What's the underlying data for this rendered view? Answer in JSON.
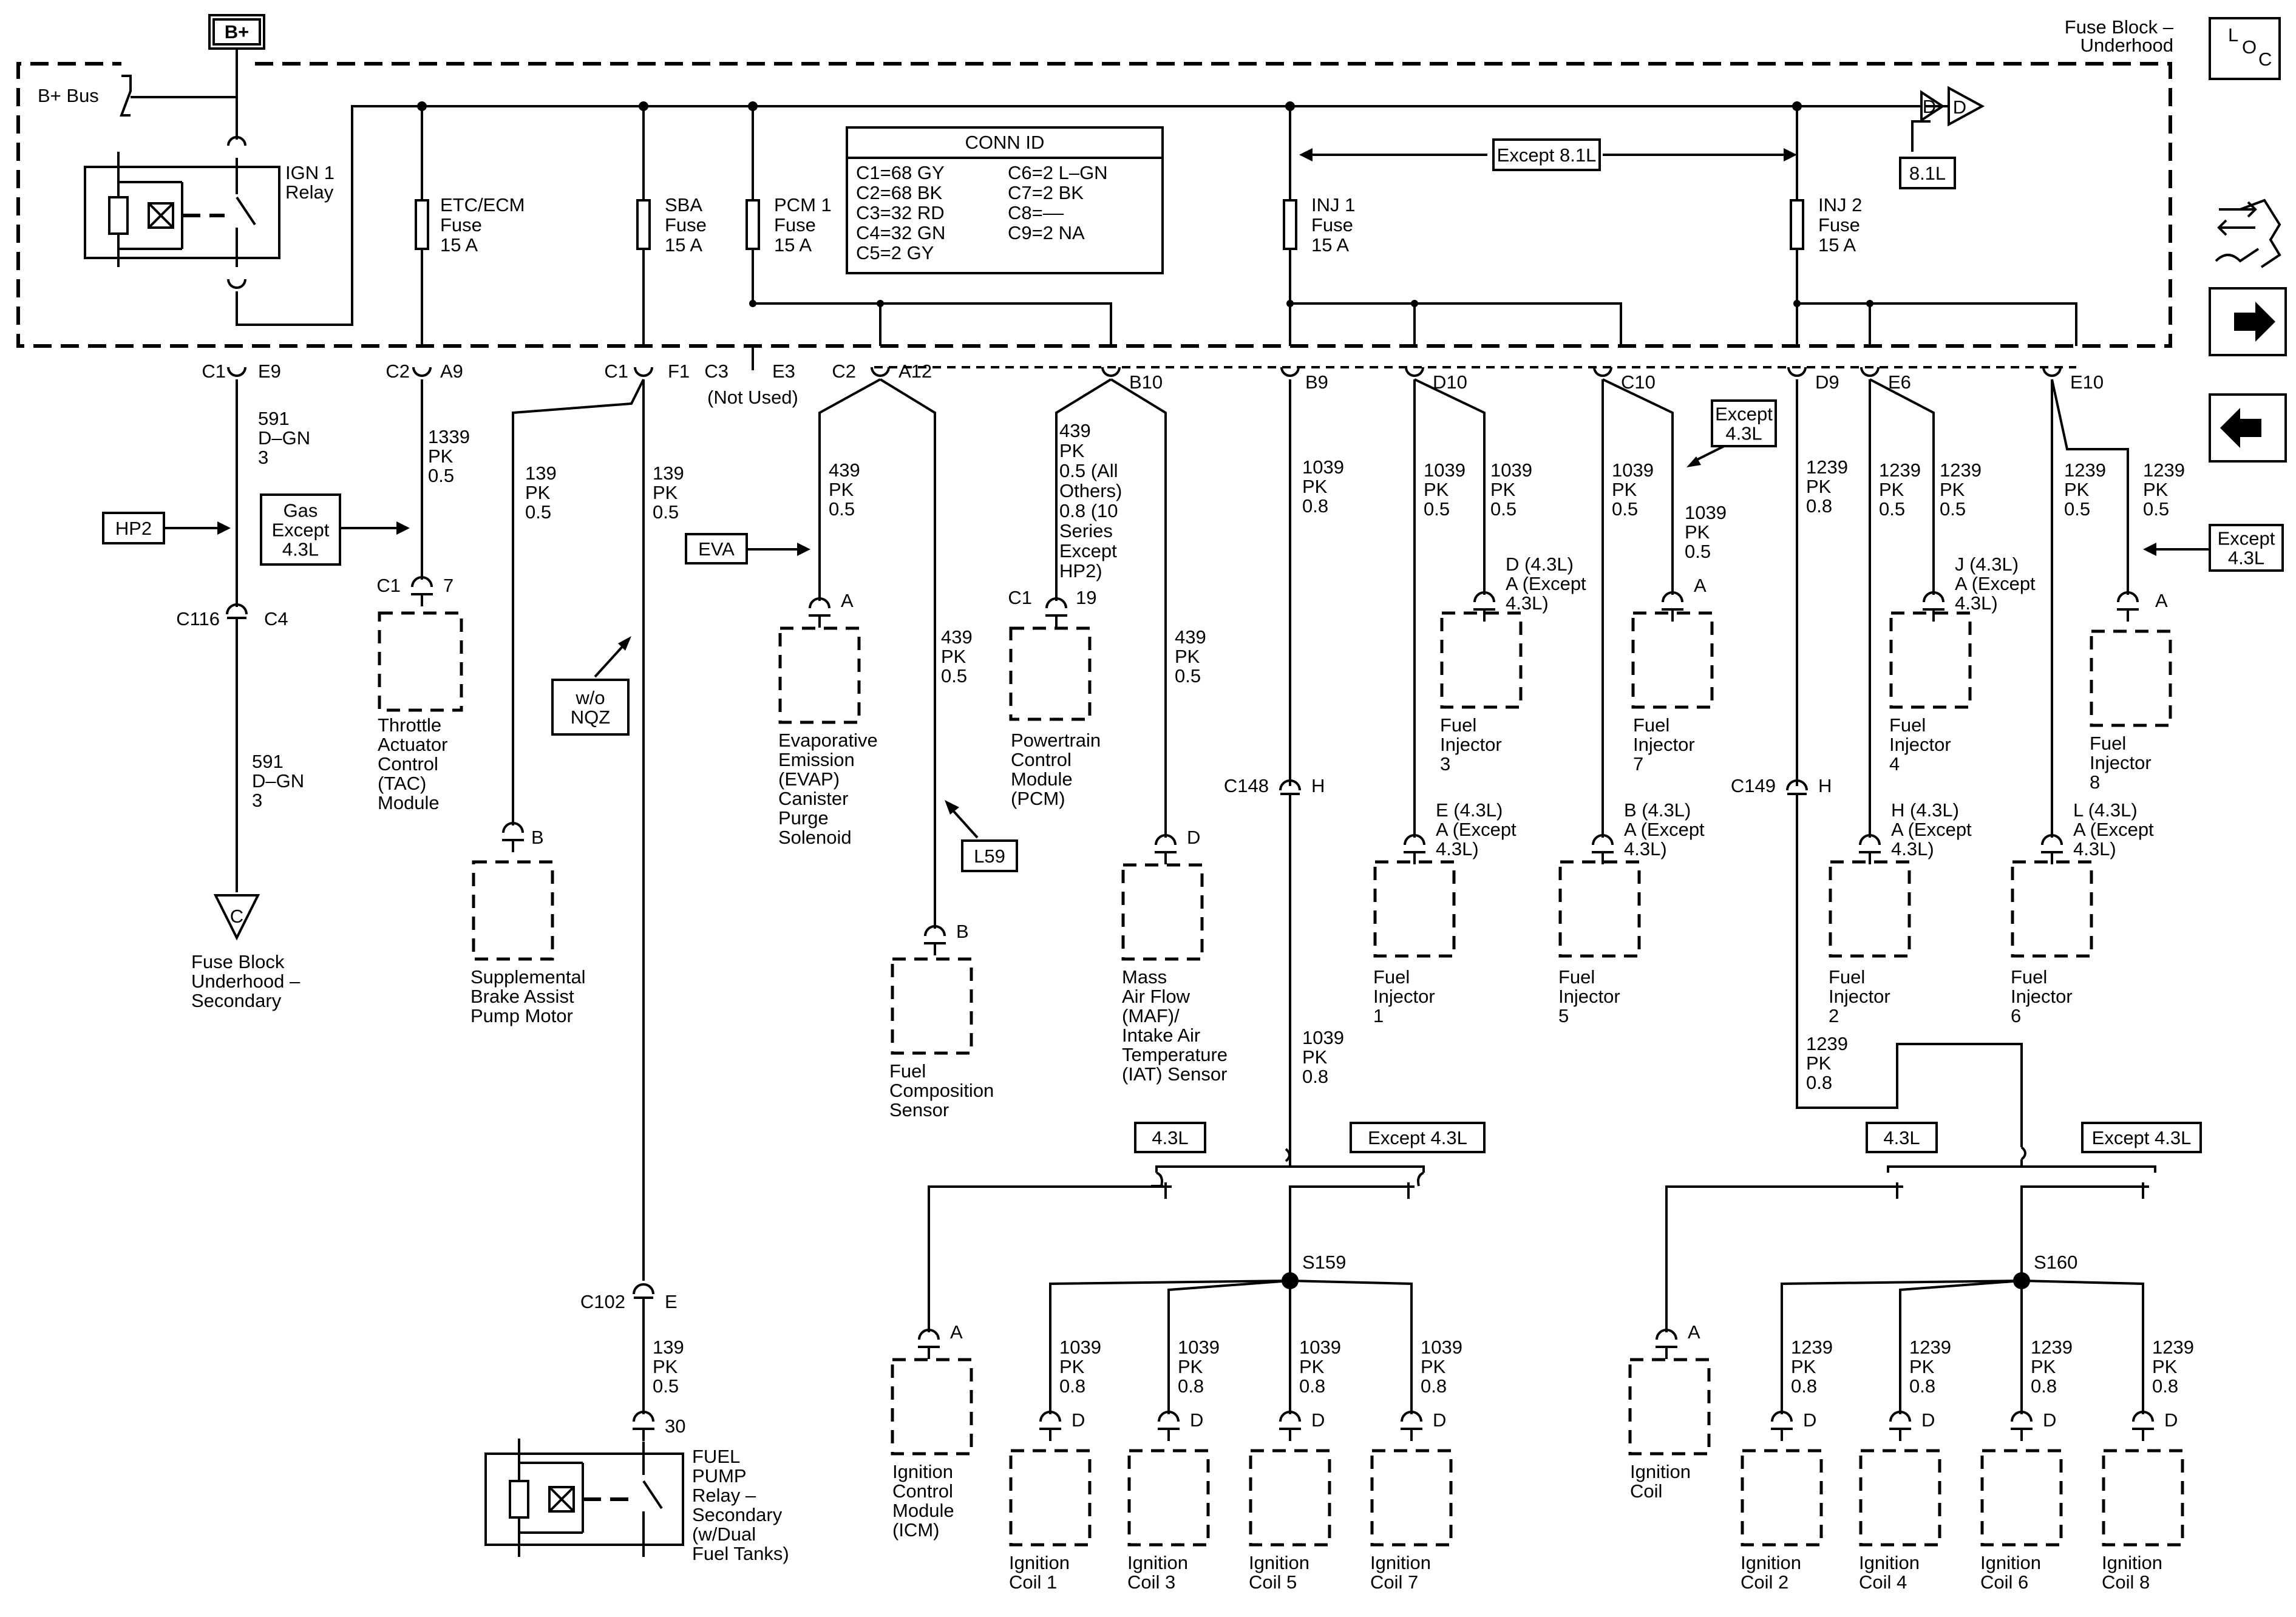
{
  "header": {
    "b_plus": "B+",
    "fuse_block": [
      "Fuse Block –",
      "Underhood"
    ],
    "b_plus_bus": "B+ Bus",
    "loc": [
      "L",
      "O",
      "C"
    ]
  },
  "ign1_relay": [
    "IGN 1",
    "Relay"
  ],
  "fuses": [
    {
      "id": "etc",
      "lines": [
        "ETC/ECM",
        "Fuse",
        "15 A"
      ]
    },
    {
      "id": "sba",
      "lines": [
        "SBA",
        "Fuse",
        "15 A"
      ]
    },
    {
      "id": "pcm1",
      "lines": [
        "PCM 1",
        "Fuse",
        "15 A"
      ]
    },
    {
      "id": "inj1",
      "lines": [
        "INJ 1",
        "Fuse",
        "15 A"
      ]
    },
    {
      "id": "inj2",
      "lines": [
        "INJ 2",
        "Fuse",
        "15 A"
      ]
    }
  ],
  "conn_id": {
    "title": "CONN ID",
    "left": [
      "C1=68 GY",
      "C2=68 BK",
      "C3=32 RD",
      "C4=32 GN",
      "C5=2 GY"
    ],
    "right": [
      "C6=2 L–GN",
      "C7=2 BK",
      "C8=––",
      "C9=2 NA"
    ]
  },
  "off_page": {
    "d": "D",
    "c": "C",
    "opt_81": "8.1L",
    "except_81": "Except 8.1L"
  },
  "connectors": {
    "c1_e9": [
      "C1",
      "E9"
    ],
    "c2_a9": [
      "C2",
      "A9"
    ],
    "c1_f1": [
      "C1",
      "F1"
    ],
    "c3_e3": [
      "C3",
      "E3"
    ],
    "not_used": "(Not Used)",
    "c2_a12": [
      "C2",
      "A12"
    ],
    "b10": "B10",
    "b9": "B9",
    "d10": "D10",
    "c10": "C10",
    "d9": "D9",
    "e6": "E6",
    "e10": "E10",
    "c116_c4": [
      "C116",
      "C4"
    ],
    "c1_7": [
      "C1",
      "7"
    ],
    "c1_19": [
      "C1",
      "19"
    ],
    "c148_h": [
      "C148",
      "H"
    ],
    "c149_h": [
      "C149",
      "H"
    ],
    "c102_e": [
      "C102",
      "E"
    ],
    "pin_30": "30",
    "pin_a": "A",
    "pin_b": "B",
    "pin_d": "D",
    "d43": [
      "D (4.3L)",
      "A (Except",
      "4.3L)"
    ],
    "e43": [
      "E (4.3L)",
      "A (Except",
      "4.3L)"
    ],
    "b43": [
      "B (4.3L)",
      "A (Except",
      "4.3L)"
    ],
    "j43": [
      "J (4.3L)",
      "A (Except",
      "4.3L)"
    ],
    "h43": [
      "H (4.3L)",
      "A (Except",
      "4.3L)"
    ],
    "l43": [
      "L (4.3L)",
      "A (Except",
      "4.3L)"
    ]
  },
  "wires": {
    "w591a": [
      "591",
      "D–GN",
      "3"
    ],
    "w591b": [
      "591",
      "D–GN",
      "3"
    ],
    "w1339": [
      "1339",
      "PK",
      "0.5"
    ],
    "w139a": [
      "139",
      "PK",
      "0.5"
    ],
    "w139b": [
      "139",
      "PK",
      "0.5"
    ],
    "w139c": [
      "139",
      "PK",
      "0.5"
    ],
    "w439a": [
      "439",
      "PK",
      "0.5"
    ],
    "w439b": [
      "439",
      "PK",
      "0.5"
    ],
    "w439c": [
      "439",
      "PK",
      "0.5"
    ],
    "w439pcm": [
      "439",
      "PK",
      "0.5 (All",
      "Others)",
      "0.8 (10",
      "Series",
      "Except",
      "HP2)"
    ],
    "w1039": [
      "1039",
      "PK",
      "0.8"
    ],
    "w1039low": [
      "1039",
      "PK",
      "0.8"
    ],
    "w1039_05": [
      "1039",
      "PK",
      "0.5"
    ],
    "w1239": [
      "1239",
      "PK",
      "0.8"
    ],
    "w1239low": [
      "1239",
      "PK",
      "0.8"
    ],
    "w1239_05": [
      "1239",
      "PK",
      "0.5"
    ]
  },
  "options": {
    "hp2": "HP2",
    "gas": [
      "Gas",
      "Except",
      "4.3L"
    ],
    "eva": "EVA",
    "wo_nqz": [
      "w/o",
      "NQZ"
    ],
    "l59": "L59",
    "except43": [
      "Except",
      "4.3L"
    ],
    "opt43": "4.3L",
    "except43_1": "Except 4.3L"
  },
  "components": {
    "fuse_sec": [
      "Fuse Block",
      "Underhood –",
      "Secondary"
    ],
    "tac": [
      "Throttle",
      "Actuator",
      "Control",
      "(TAC)",
      "Module"
    ],
    "sbapm": [
      "Supplemental",
      "Brake Assist",
      "Pump Motor"
    ],
    "evap": [
      "Evaporative",
      "Emission",
      "(EVAP)",
      "Canister",
      "Purge",
      "Solenoid"
    ],
    "fcs": [
      "Fuel",
      "Composition",
      "Sensor"
    ],
    "pcm": [
      "Powertrain",
      "Control",
      "Module",
      "(PCM)"
    ],
    "maf": [
      "Mass",
      "Air Flow",
      "(MAF)/",
      "Intake Air",
      "Temperature",
      "(IAT) Sensor"
    ],
    "fuel_pump": [
      "FUEL",
      "PUMP",
      "Relay –",
      "Secondary",
      "(w/Dual",
      "Fuel Tanks)"
    ],
    "inj": [
      [
        "Fuel",
        "Injector",
        "3"
      ],
      [
        "Fuel",
        "Injector",
        "7"
      ],
      [
        "Fuel",
        "Injector",
        "4"
      ],
      [
        "Fuel",
        "Injector",
        "8"
      ],
      [
        "Fuel",
        "Injector",
        "1"
      ],
      [
        "Fuel",
        "Injector",
        "5"
      ],
      [
        "Fuel",
        "Injector",
        "2"
      ],
      [
        "Fuel",
        "Injector",
        "6"
      ]
    ],
    "icm": [
      "Ignition",
      "Control",
      "Module",
      "(ICM)"
    ],
    "ign_coil": [
      "Ignition",
      "Coil"
    ],
    "coils": [
      [
        "Ignition",
        "Coil 1"
      ],
      [
        "Ignition",
        "Coil 3"
      ],
      [
        "Ignition",
        "Coil 5"
      ],
      [
        "Ignition",
        "Coil 7"
      ],
      [
        "Ignition",
        "Coil 2"
      ],
      [
        "Ignition",
        "Coil 4"
      ],
      [
        "Ignition",
        "Coil 6"
      ],
      [
        "Ignition",
        "Coil 8"
      ]
    ]
  },
  "splices": {
    "s159": "S159",
    "s160": "S160"
  }
}
